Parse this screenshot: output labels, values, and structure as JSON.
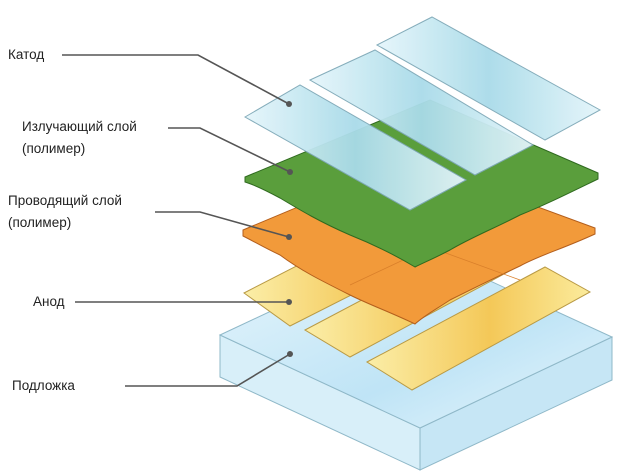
{
  "title": "OLED structure diagram",
  "labels": {
    "cathode": "Катод",
    "emissive_1": "Излучающий слой",
    "emissive_2": "(полимер)",
    "conductive_1": "Проводящий слой",
    "conductive_2": "(полимер)",
    "anode": "Анод",
    "substrate": "Подложка"
  },
  "colors": {
    "cathode": "#bfe6f2",
    "emissive": "#5a9e3c",
    "conductive": "#f29a3a",
    "anode": "#f7dc7c",
    "substrate": "#cfeaf7",
    "leader": "#555555"
  }
}
